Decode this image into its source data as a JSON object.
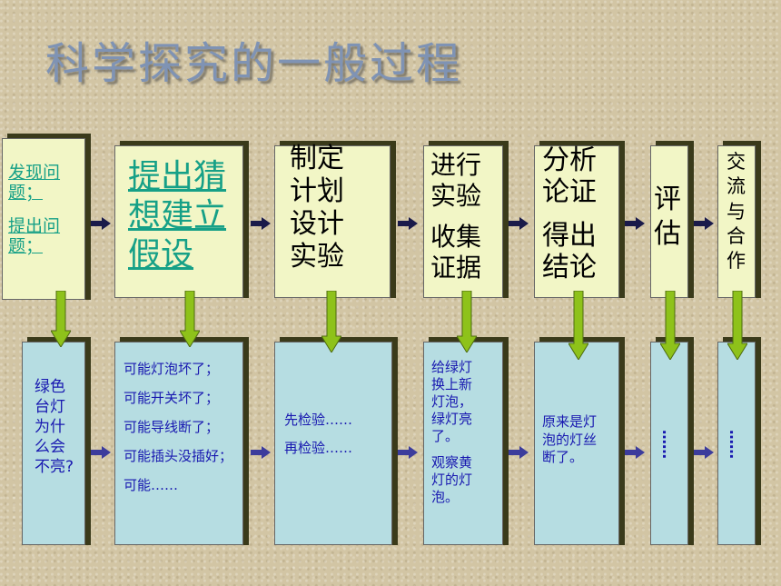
{
  "title": "科学探究的一般过程",
  "steps": [
    {
      "lines": [
        "发现问",
        "题；",
        "提出问",
        "题；"
      ]
    },
    {
      "lines": [
        "提出猜",
        "想建立",
        "假设"
      ]
    },
    {
      "lines": [
        "制定",
        "计划",
        "设计",
        "实验"
      ]
    },
    {
      "lines": [
        "进行",
        "实验",
        "收集",
        "证据"
      ]
    },
    {
      "lines": [
        "分析",
        "论证",
        "得出",
        "结论"
      ]
    },
    {
      "lines": [
        "评",
        "估"
      ]
    },
    {
      "lines": [
        "交",
        "流",
        "与",
        "合",
        "作"
      ]
    }
  ],
  "details": [
    {
      "lines": [
        "绿色",
        "台灯",
        "为什",
        "么会",
        "不亮?"
      ]
    },
    {
      "lines": [
        "可能灯泡坏了；",
        "可能开关坏了；",
        "可能导线断了；",
        "可能插头没插好；",
        "可能……"
      ]
    },
    {
      "lines": [
        "先检验……",
        "再检验……"
      ]
    },
    {
      "lines": [
        "给绿灯",
        "换上新",
        "灯泡，",
        "绿灯亮",
        "了。",
        "观察黄",
        "灯的灯",
        "泡。"
      ]
    },
    {
      "lines": [
        "原来是灯",
        "泡的灯丝",
        "断了。"
      ]
    },
    {
      "lines": [
        "……"
      ]
    },
    {
      "lines": [
        "……"
      ]
    }
  ],
  "colors": {
    "top_fill": "#f2f6c6",
    "bottom_fill": "#b6dde2",
    "down_arrow": "#8ec21a",
    "link": "#16a087",
    "detail_text": "#1818b0"
  }
}
